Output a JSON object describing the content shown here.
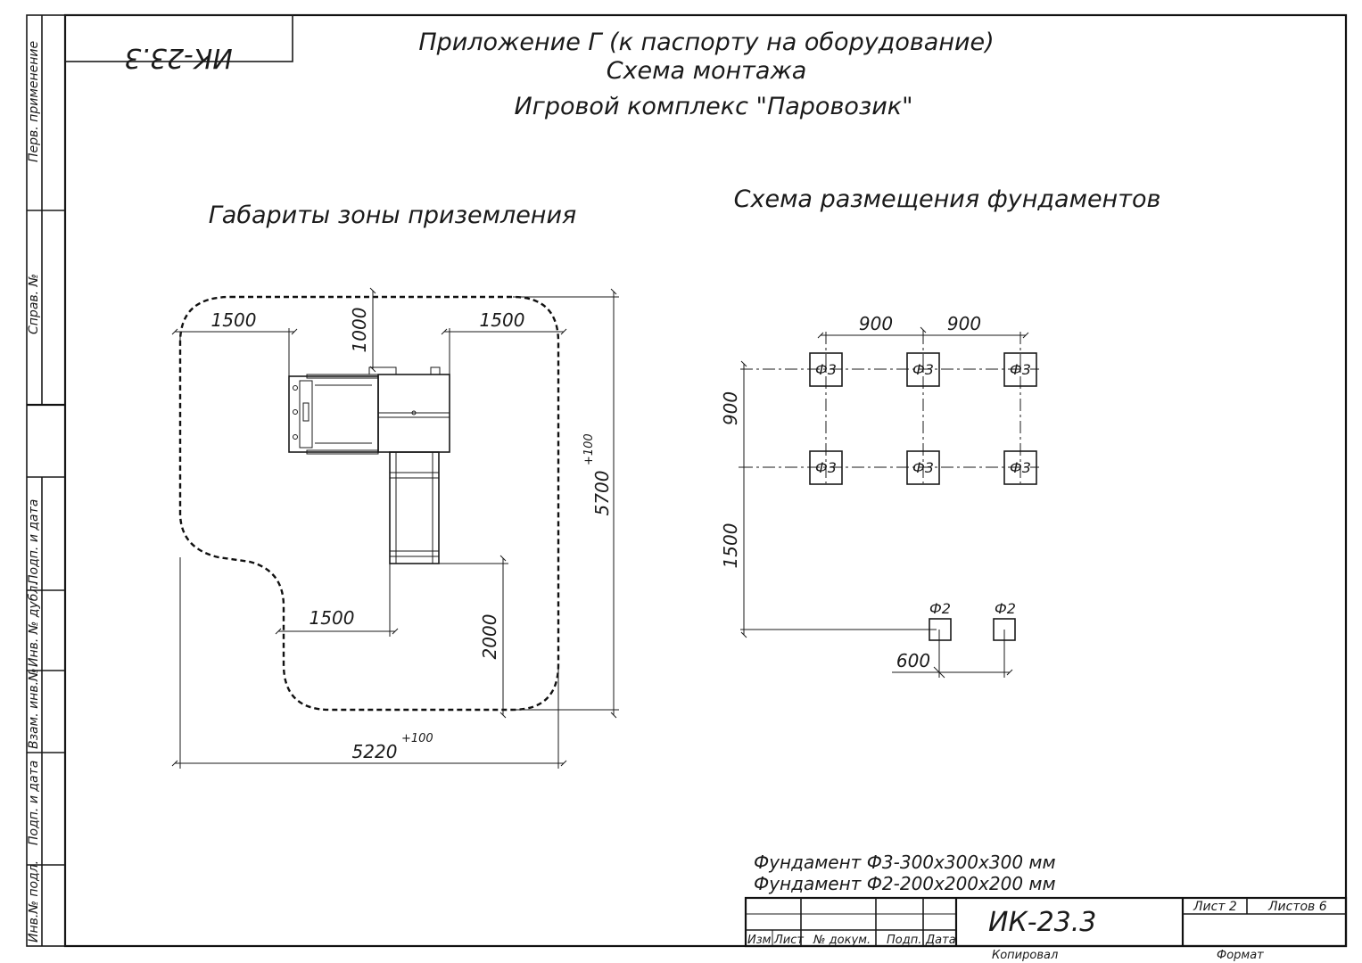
{
  "header": {
    "code_mirrored": "ИК-23.3",
    "line1": "Приложение Г (к паспорту на оборудование)",
    "line2": "Схема монтажа",
    "line3": "Игровой комплекс \"Паровозик\""
  },
  "left_section": {
    "title": "Габариты зоны приземления",
    "dims": {
      "top_left": "1500",
      "top_center": "1000",
      "top_right": "1500",
      "mid_left": "1500",
      "mid_right": "2000",
      "height": "5700",
      "height_tol": "+100",
      "width": "5220",
      "width_tol": "+100"
    }
  },
  "right_section": {
    "title": "Схема размещения фундаментов",
    "dims": {
      "top_a": "900",
      "top_b": "900",
      "left_a": "900",
      "left_b": "1500",
      "bottom": "600"
    },
    "f3_label": "Ф3",
    "f2_label": "Ф2",
    "note1": "Фундамент Ф3-300х300х300 мм",
    "note2": "Фундамент Ф2-200х200х200 мм"
  },
  "side_strip": {
    "perv": "Перв. применение",
    "sprav": "Справ. №",
    "podp1": "Подп. и дата",
    "inv_dubl": "Инв. № дубл.",
    "vzam": "Взам. инв.№",
    "podp2": "Подп. и дата",
    "inv_podl": "Инв.№ подл."
  },
  "title_block": {
    "izm": "Изм",
    "list": "Лист",
    "n_dokum": "№ докум.",
    "podp": "Подп.",
    "data": "Дата",
    "code": "ИК-23.3",
    "sheet": "Лист 2",
    "sheets": "Листов 6",
    "kopiroval": "Копировал",
    "format": "Формат"
  }
}
